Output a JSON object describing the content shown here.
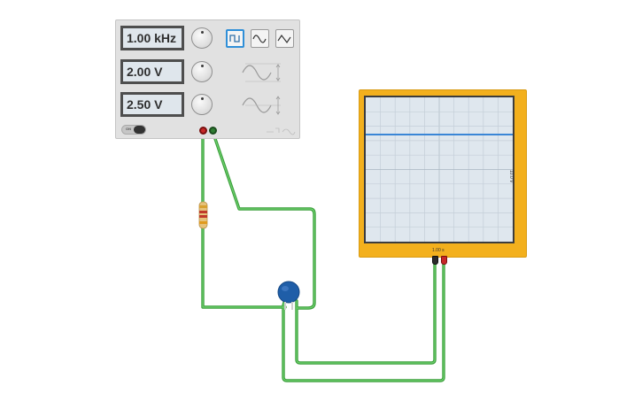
{
  "function_generator": {
    "frequency_display": "1.00 kHz",
    "amplitude_display": "2.00 V",
    "offset_display": "2.50 V",
    "power_toggle_label": "ON",
    "waveforms": [
      "square",
      "sine",
      "triangle"
    ],
    "active_waveform": "square"
  },
  "oscilloscope": {
    "volts_per_division": "10.0 V",
    "time_per_division": "1.00 s"
  },
  "components": {
    "resistor_bands": [
      "#d8a030",
      "#c0392b",
      "#c0392b",
      "#e09a1e"
    ],
    "capacitor_color": "#1f5ea8"
  },
  "colors": {
    "wire": "#4cb84c",
    "trace": "#3a86d6",
    "scope_frame": "#f3b01d",
    "terminal_positive": "#c62828",
    "terminal_negative": "#2e7d32"
  }
}
